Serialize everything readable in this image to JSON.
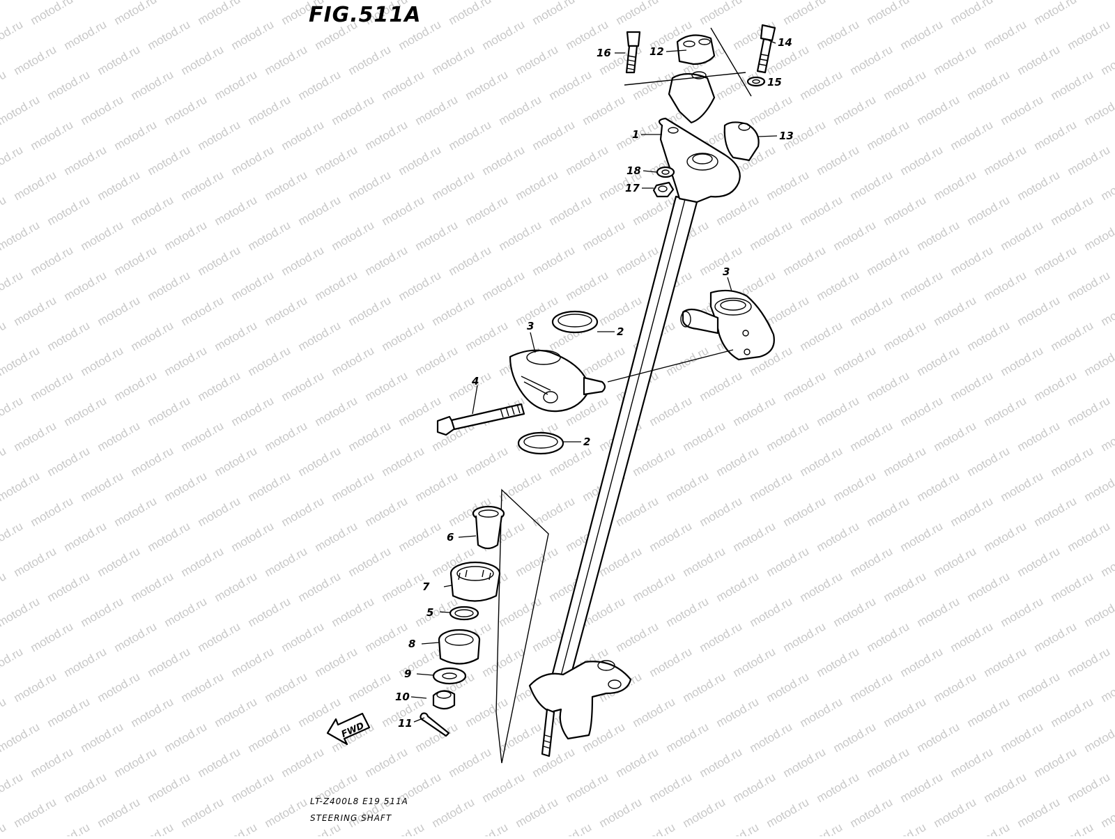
{
  "figure": {
    "title": "FIG.511A",
    "model_code": "LT-Z400L8  E19  511A",
    "name": "STEERING SHAFT",
    "watermark": "motod.ru",
    "fwd_label": "FWD"
  },
  "callouts": [
    {
      "id": "c16",
      "text": "16"
    },
    {
      "id": "c12",
      "text": "12"
    },
    {
      "id": "c14",
      "text": "14"
    },
    {
      "id": "c15",
      "text": "15"
    },
    {
      "id": "c1",
      "text": "1"
    },
    {
      "id": "c13",
      "text": "13"
    },
    {
      "id": "c18",
      "text": "18"
    },
    {
      "id": "c17",
      "text": "17"
    },
    {
      "id": "c3a",
      "text": "3"
    },
    {
      "id": "c3b",
      "text": "3"
    },
    {
      "id": "c2a",
      "text": "2"
    },
    {
      "id": "c4",
      "text": "4"
    },
    {
      "id": "c2b",
      "text": "2"
    },
    {
      "id": "c6",
      "text": "6"
    },
    {
      "id": "c7",
      "text": "7"
    },
    {
      "id": "c5",
      "text": "5"
    },
    {
      "id": "c8",
      "text": "8"
    },
    {
      "id": "c9",
      "text": "9"
    },
    {
      "id": "c10",
      "text": "10"
    },
    {
      "id": "c11",
      "text": "11"
    }
  ]
}
